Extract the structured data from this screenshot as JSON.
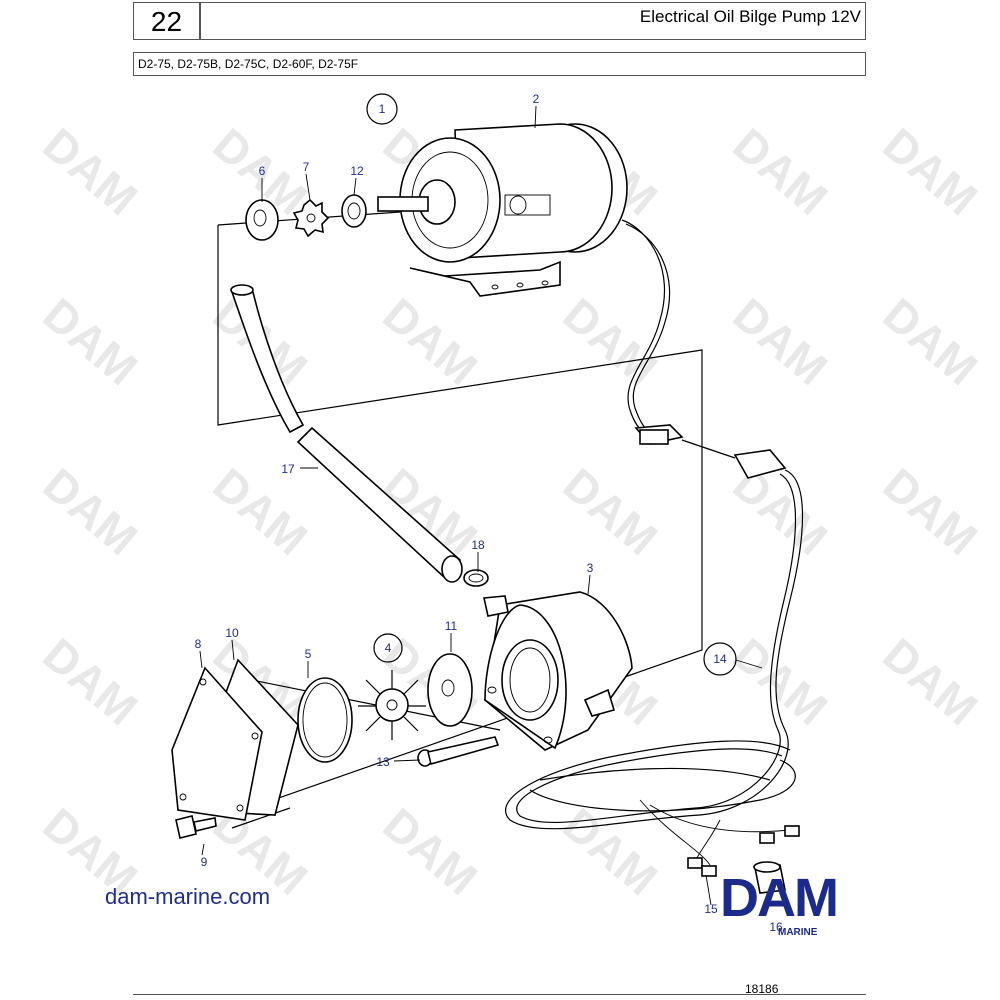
{
  "header": {
    "page_number": "22",
    "title": "Electrical Oil Bilge Pump 12V",
    "models": "D2-75, D2-75B, D2-75C, D2-60F, D2-75F"
  },
  "watermark": "DAM",
  "callouts": {
    "c1": "1",
    "c2": "2",
    "c3": "3",
    "c4": "4",
    "c5": "5",
    "c6": "6",
    "c7": "7",
    "c8": "8",
    "c9": "9",
    "c10": "10",
    "c11": "11",
    "c12": "12",
    "c13": "13",
    "c14": "14",
    "c15": "15",
    "c16": "16",
    "c17": "17",
    "c18": "18"
  },
  "footer": {
    "website": "dam-marine.com",
    "logo_main": "DAM",
    "logo_sub": "MARINE",
    "reference": "18186"
  },
  "colors": {
    "callout_text": "#1f2e8f",
    "logo": "#1c2a8c",
    "watermark": "#e8e8e8"
  }
}
